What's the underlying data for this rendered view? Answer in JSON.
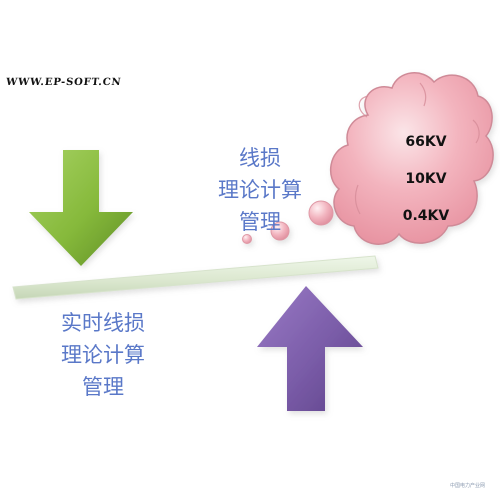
{
  "watermark": {
    "text": "WWW.EP-SOFT.CN"
  },
  "top_label": {
    "line1": "线损",
    "line2": "理论计算",
    "line3": "管理"
  },
  "bottom_label": {
    "line1": "实时线损",
    "line2": "理论计算",
    "line3": "管理"
  },
  "cloud": {
    "voltages": [
      "66KV",
      "10KV",
      "0.4KV"
    ]
  },
  "corner_mark": {
    "text": "中国电力产业网"
  },
  "colors": {
    "text_blue": "#5a78c8",
    "green_arrow": "#86b93b",
    "purple_arrow": "#7a5ca8",
    "cloud_fill": "#f0a7b3",
    "bar_fill": "#dce8d0"
  }
}
